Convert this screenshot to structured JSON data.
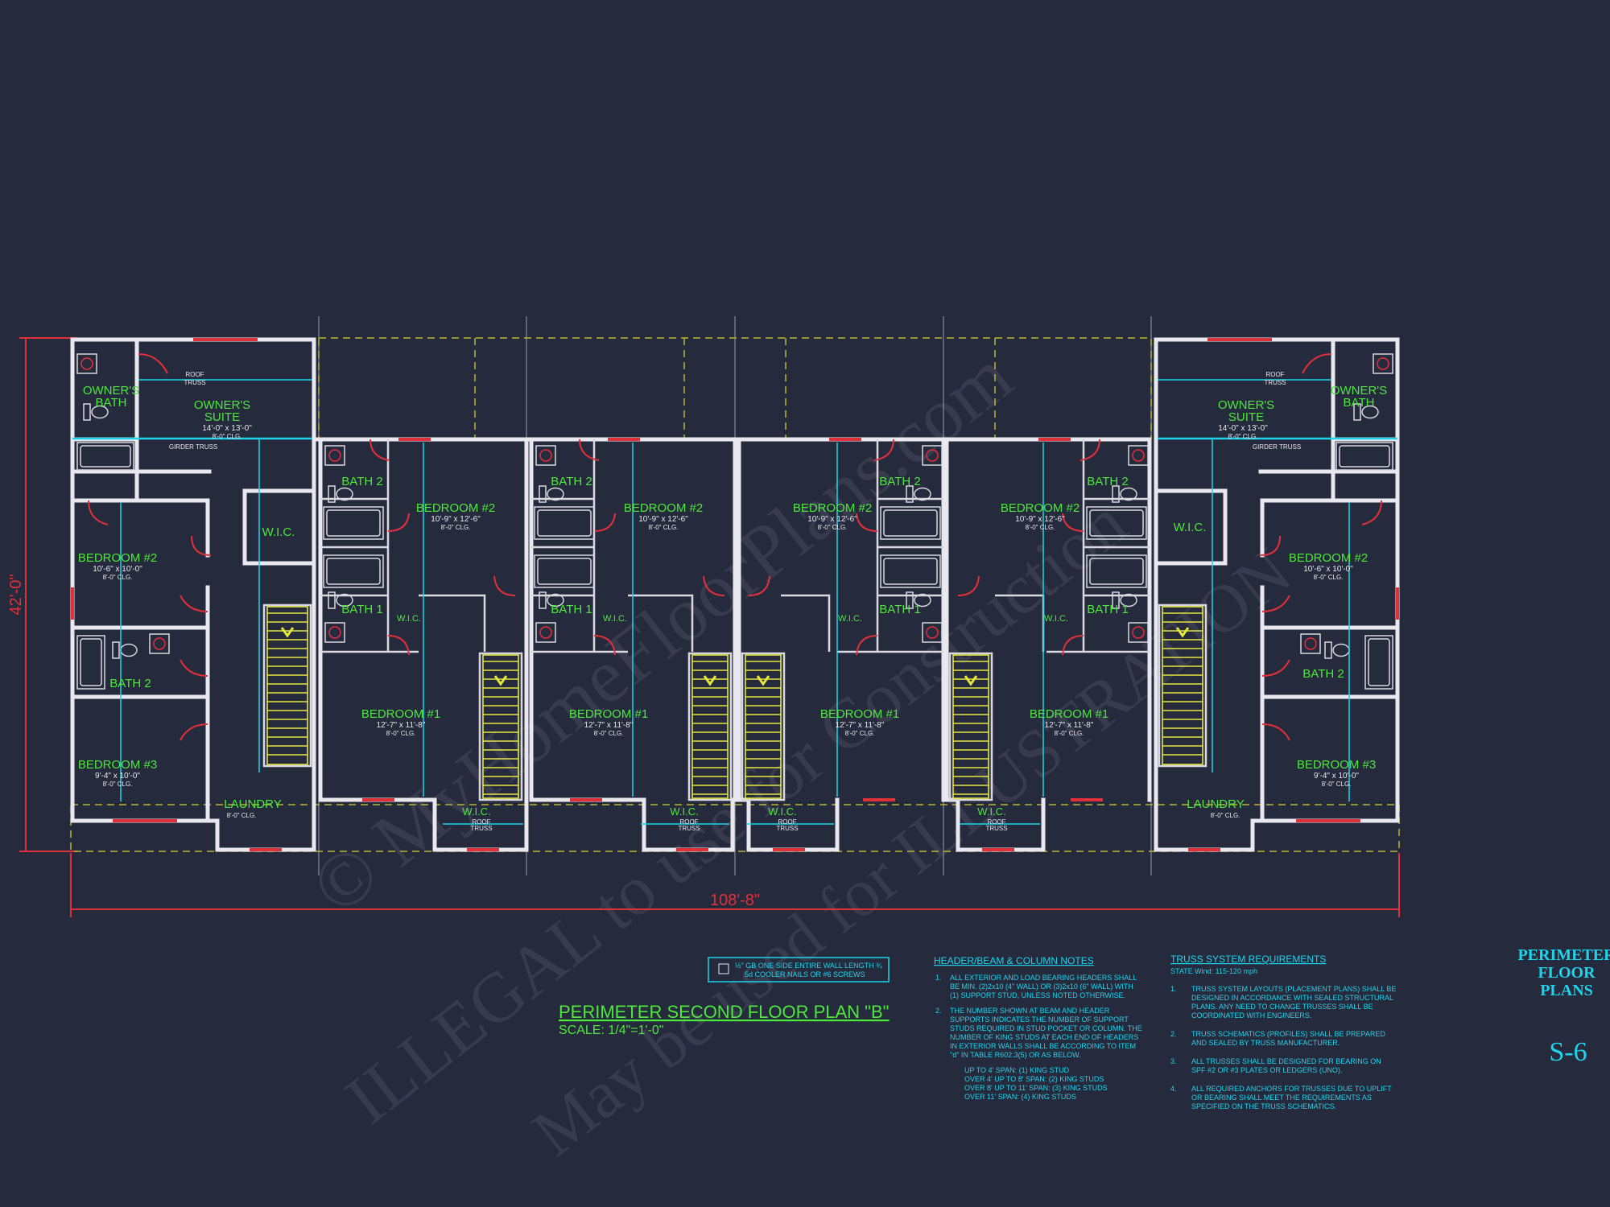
{
  "drawing": {
    "title": "PERIMETER SECOND FLOOR PLAN \"B\"",
    "scale": "SCALE: 1/4\"=1'-0\"",
    "overall_width": "108'-8\"",
    "overall_depth": "42'-0\""
  },
  "watermark": {
    "line1": "© MyHomeFloorPlans.com",
    "line2": "ILLEGAL to use for Construction",
    "line3": "May be used for ILLUSTRATION"
  },
  "sheet": {
    "title_lines": [
      "PERIMETER",
      "FLOOR",
      "PLANS"
    ],
    "number": "S-6"
  },
  "labels": {
    "roof_truss": [
      "ROOF",
      "TRUSS"
    ],
    "girder_truss": "GIRDER TRUSS",
    "wic": "W.I.C.",
    "laundry": "LAUNDRY",
    "clg8": "8'-0\" CLG."
  },
  "rooms": {
    "owners_bath": [
      "OWNER'S",
      "BATH"
    ],
    "owners_suite": [
      "OWNER'S",
      "SUITE"
    ],
    "owners_suite_dim": "14'-0\" x 13'-0\"",
    "bedroom2": "BEDROOM #2",
    "bedroom2_end_dim": "10'-6\" x 10'-0\"",
    "bedroom2_mid_dim": "10'-9\" x 12'-6\"",
    "bedroom3": "BEDROOM #3",
    "bedroom3_dim": "9'-4\" x 10'-0\"",
    "bedroom1": "BEDROOM #1",
    "bedroom1_dim": "12'-7\" x 11'-8\"",
    "bath1": "BATH 1",
    "bath2": "BATH 2"
  },
  "legend": {
    "text1": "½\" GB ONE SIDE ENTIRE WALL LENGTH ¾",
    "text2": "5d COOLER NAILS OR #6 SCREWS"
  },
  "header_notes": {
    "title": "HEADER/BEAM & COLUMN NOTES",
    "items": [
      [
        "1.",
        "ALL EXTERIOR AND LOAD BEARING HEADERS SHALL",
        "BE MIN. (2)2x10 (4\" WALL) OR (3)2x10 (6\" WALL) WITH",
        "(1) SUPPORT STUD, UNLESS NOTED OTHERWISE."
      ],
      [
        "2.",
        "THE NUMBER SHOWN AT BEAM AND HEADER",
        "SUPPORTS INDICATES THE NUMBER OF SUPPORT",
        "STUDS REQUIRED IN STUD POCKET OR COLUMN. THE",
        "NUMBER OF KING STUDS AT EACH END OF HEADERS",
        "IN EXTERIOR WALLS SHALL BE ACCORDING TO ITEM",
        "\"d\" IN TABLE R602.3(5) OR AS BELOW."
      ]
    ],
    "sub_items": [
      "UP TO 4' SPAN: (1) KING STUD",
      "OVER 4' UP TO 8' SPAN: (2) KING STUDS",
      "OVER 8' UP TO 11' SPAN: (3) KING STUDS",
      "OVER 11' SPAN: (4) KING STUDS"
    ]
  },
  "truss_notes": {
    "title": "TRUSS SYSTEM REQUIREMENTS",
    "wind": "STATE Wind: 115-120 mph",
    "items": [
      [
        "1.",
        "TRUSS SYSTEM LAYOUTS (PLACEMENT PLANS) SHALL BE",
        "DESIGNED IN ACCORDANCE WITH SEALED STRUCTURAL",
        "PLANS. ANY NEED TO CHANGE TRUSSES SHALL BE",
        "COORDINATED WITH ENGINEERS."
      ],
      [
        "2.",
        "TRUSS SCHEMATICS (PROFILES) SHALL BE PREPARED",
        "AND SEALED BY TRUSS MANUFACTURER."
      ],
      [
        "3.",
        "ALL TRUSSES SHALL BE DESIGNED FOR BEARING ON",
        "SPF #2 OR #3 PLATES OR LEDGERS (UNO)."
      ],
      [
        "4.",
        "ALL REQUIRED ANCHORS FOR TRUSSES DUE TO UPLIFT",
        "OR BEARING SHALL MEET THE REQUIREMENTS AS",
        "SPECIFIED ON THE TRUSS SCHEMATICS."
      ]
    ]
  },
  "colors": {
    "background": "#262a3d",
    "room_text": "#4de83c",
    "notes": "#1ed4ec",
    "dimension": "#e0303a",
    "wall": "#e8e8ee"
  }
}
